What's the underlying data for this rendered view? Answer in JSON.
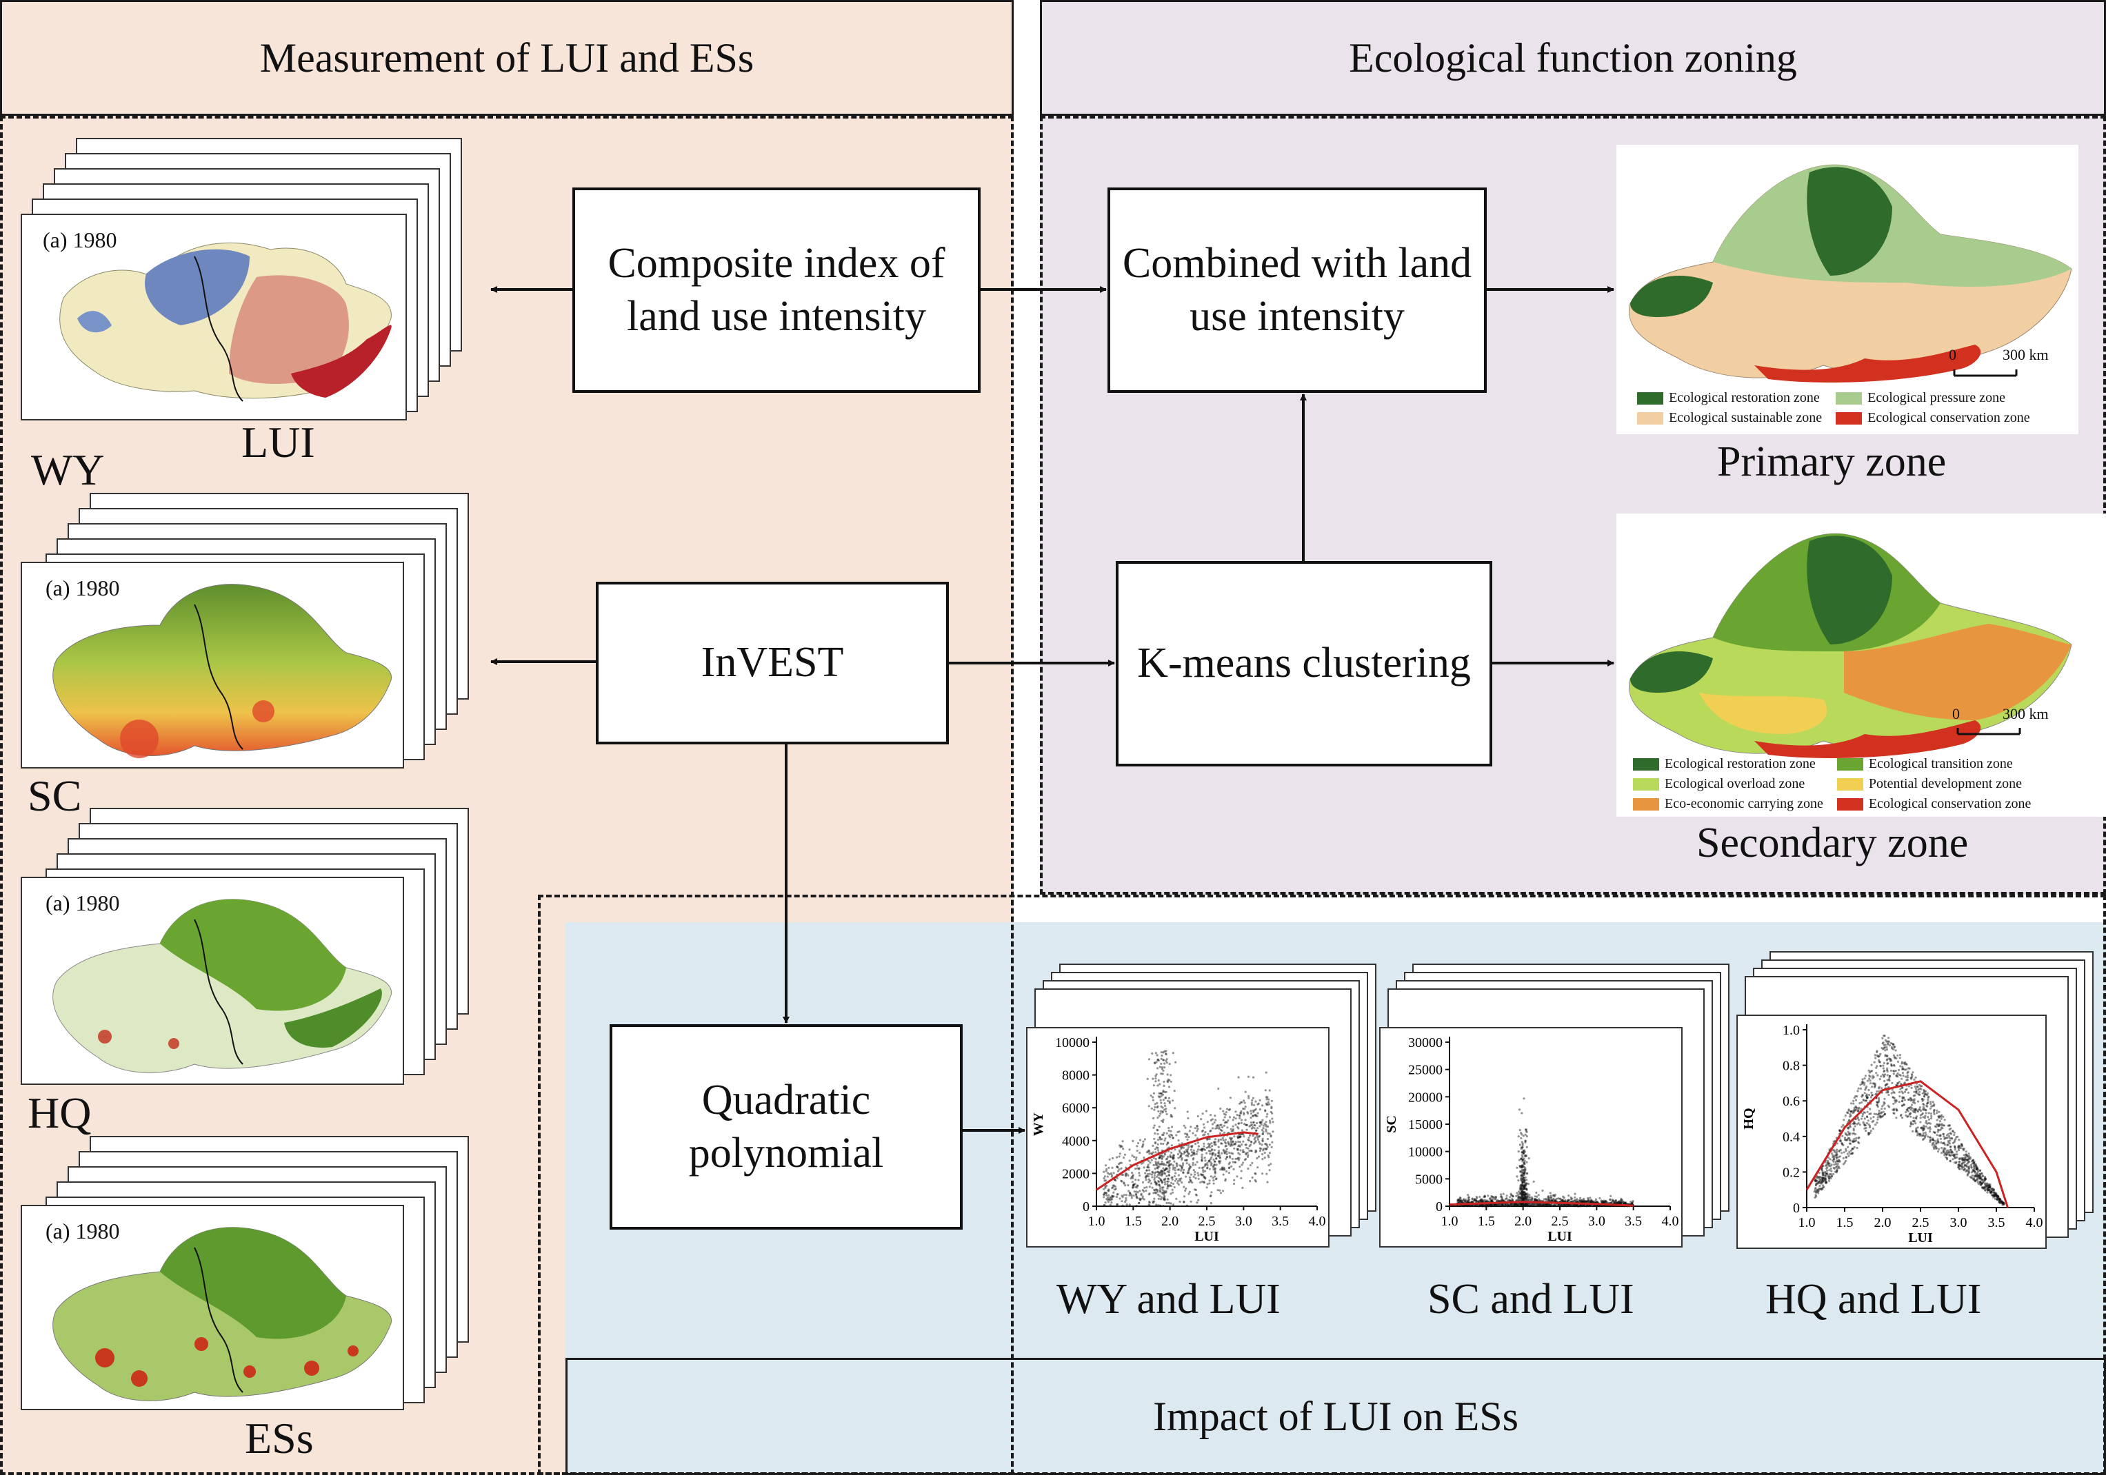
{
  "colors": {
    "left_panel_bg": "#f6e5d8",
    "right_panel_bg": "#ebe3ec",
    "bottom_panel_bg": "#dce9f1",
    "restoration": "#2f6b2a",
    "pressure": "#a7cc8e",
    "sustainable": "#f1cfa2",
    "conservation": "#d2311f",
    "transition": "#6aa531",
    "overload": "#b9d95a",
    "potential": "#f0cf52",
    "eco_carrying": "#e89540",
    "fit_line": "#cc2222"
  },
  "panels": {
    "left_title": "Measurement of LUI and ESs",
    "right_title": "Ecological function zoning",
    "bottom_title": "Impact of LUI on ESs"
  },
  "boxes": {
    "composite": "Composite index of land use intensity",
    "combined": "Combined with land use intensity",
    "invest": "InVEST",
    "kmeans": "K-means clustering",
    "quadratic": "Quadratic polynomial"
  },
  "maps": {
    "year_label": "(a) 1980",
    "lui": "LUI",
    "wy": "WY",
    "sc": "SC",
    "hq": "HQ",
    "ess": "ESs"
  },
  "zones": {
    "primary_caption": "Primary zone",
    "secondary_caption": "Secondary zone",
    "scale_zero": "0",
    "scale_300": "300 km",
    "primary_legend": [
      {
        "label": "Ecological restoration zone",
        "color": "#2f6b2a"
      },
      {
        "label": "Ecological pressure zone",
        "color": "#a7cc8e"
      },
      {
        "label": "Ecological sustainable zone",
        "color": "#f1cfa2"
      },
      {
        "label": "Ecological conservation zone",
        "color": "#d2311f"
      }
    ],
    "secondary_legend": [
      {
        "label": "Ecological restoration zone",
        "color": "#2f6b2a"
      },
      {
        "label": "Ecological transition zone",
        "color": "#6aa531"
      },
      {
        "label": "Ecological overload zone",
        "color": "#b9d95a"
      },
      {
        "label": "Potential development zone",
        "color": "#f0cf52"
      },
      {
        "label": "Eco-economic carrying zone",
        "color": "#e89540"
      },
      {
        "label": "Ecological conservation zone",
        "color": "#d2311f"
      }
    ]
  },
  "scatter_captions": {
    "wy": "WY and LUI",
    "sc": "SC and LUI",
    "hq": "HQ  and LUI"
  },
  "chart_data": [
    {
      "type": "scatter",
      "xlabel": "LUI",
      "ylabel": "WY",
      "xlim": [
        1.0,
        4.0
      ],
      "ylim": [
        0,
        10000
      ],
      "xticks": [
        "1.0",
        "1.5",
        "2.0",
        "2.5",
        "3.0",
        "3.5",
        "4.0"
      ],
      "yticks": [
        "0",
        "2000",
        "4000",
        "6000",
        "8000",
        "10000"
      ],
      "fit": {
        "type": "quadratic",
        "x": [
          1.0,
          1.5,
          2.0,
          2.5,
          3.0,
          3.2
        ],
        "y": [
          1000,
          2500,
          3500,
          4200,
          4500,
          4400
        ]
      }
    },
    {
      "type": "scatter",
      "xlabel": "LUI",
      "ylabel": "SC",
      "xlim": [
        1.0,
        4.0
      ],
      "ylim": [
        0,
        30000
      ],
      "xticks": [
        "1.0",
        "1.5",
        "2.0",
        "2.5",
        "3.0",
        "3.5",
        "4.0"
      ],
      "yticks": [
        "0",
        "5000",
        "10000",
        "15000",
        "20000",
        "25000",
        "30000"
      ],
      "fit": {
        "type": "quadratic",
        "x": [
          1.0,
          2.0,
          3.0,
          3.5
        ],
        "y": [
          300,
          800,
          400,
          100
        ]
      }
    },
    {
      "type": "scatter",
      "xlabel": "LUI",
      "ylabel": "HQ",
      "xlim": [
        1.0,
        4.0
      ],
      "ylim": [
        0,
        1.0
      ],
      "xticks": [
        "1.0",
        "1.5",
        "2.0",
        "2.5",
        "3.0",
        "3.5",
        "4.0"
      ],
      "yticks": [
        "0",
        "0.2",
        "0.4",
        "0.6",
        "0.8",
        "1.0"
      ],
      "fit": {
        "type": "quadratic",
        "x": [
          1.0,
          1.5,
          2.0,
          2.5,
          3.0,
          3.5,
          3.65
        ],
        "y": [
          0.1,
          0.45,
          0.66,
          0.71,
          0.55,
          0.2,
          0.0
        ]
      }
    }
  ]
}
